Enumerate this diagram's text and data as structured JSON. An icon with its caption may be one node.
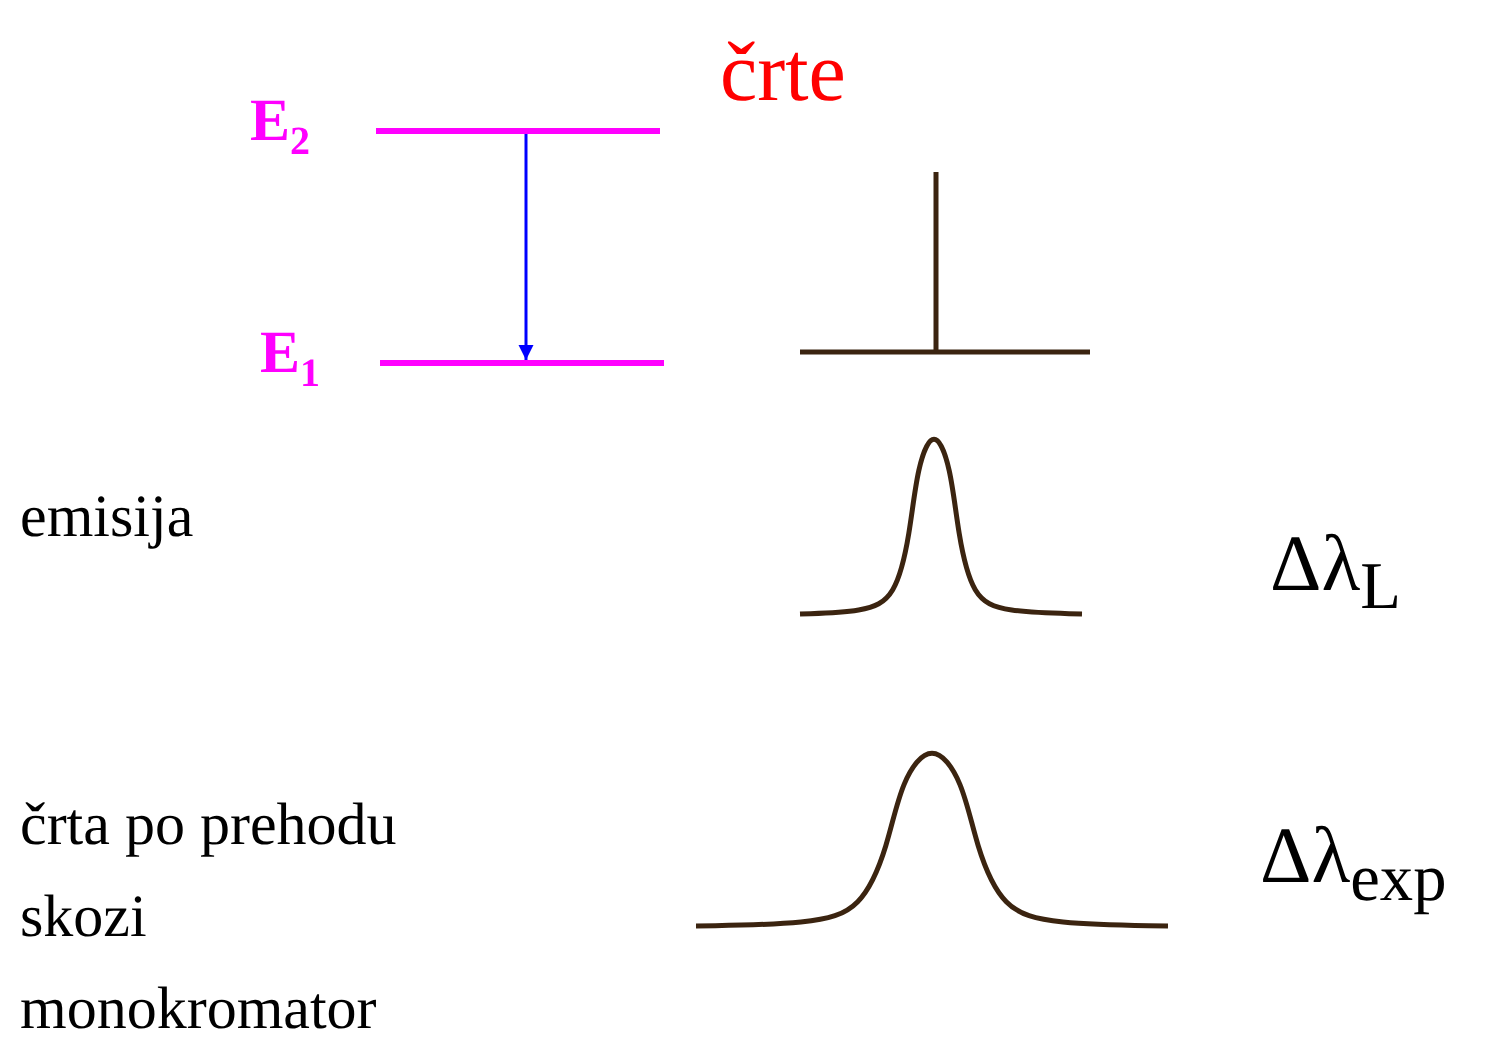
{
  "diagram": {
    "nodes": [
      {
        "text": [],
        "shape": "bar",
        "beside": [
          "E$_{2}$"
        ]
      },
      {
        "text": [],
        "shape": "bar",
        "beside": [
          "E$_{1}$"
        ]
      }
    ],
    "edges": [
      {
        "from": 0,
        "to": 1,
        "arrow": "to",
        "color": "#0000ff"
      }
    ],
    "labels": [
      "črte",
      "emisija",
      "Δλ$_{L}$",
      "črta po prehodu skozi monokromator",
      "Δλ$_{exp}$"
    ]
  }
}
